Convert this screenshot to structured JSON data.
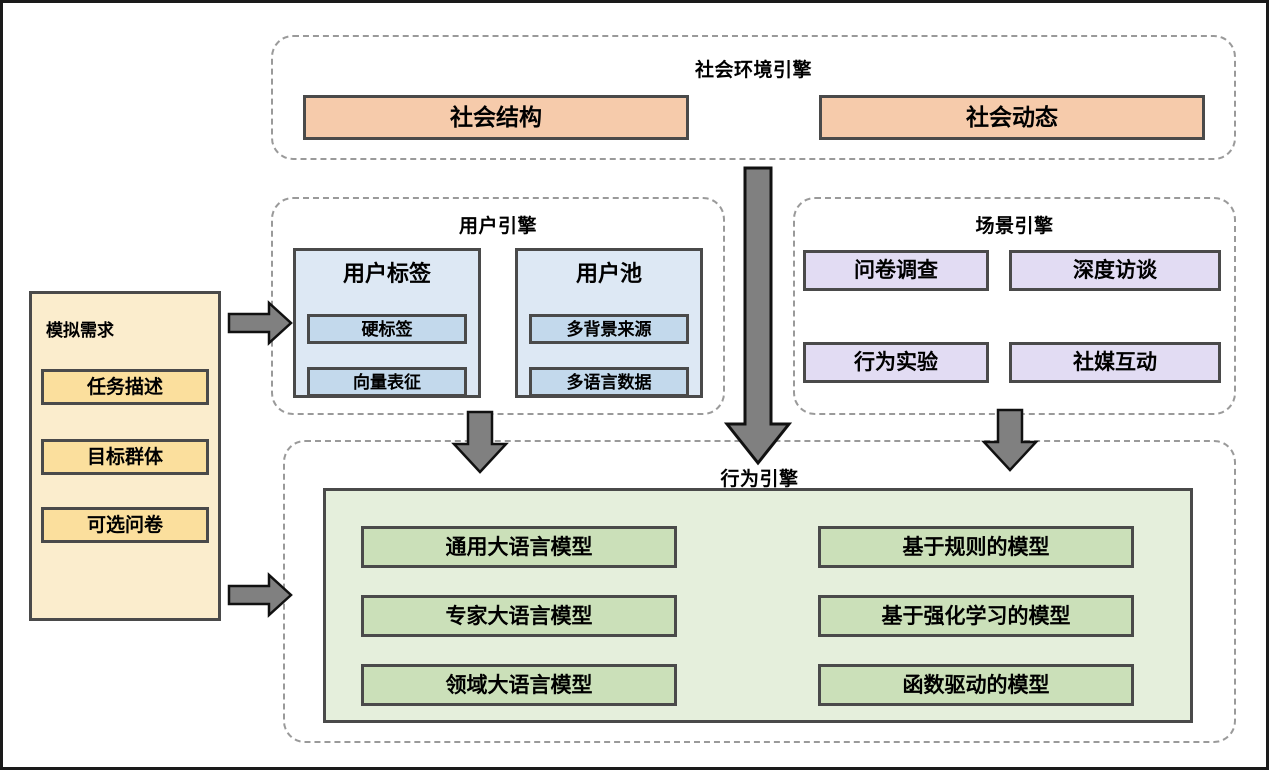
{
  "diagram": {
    "title": "Multi-engine social simulation framework",
    "colors": {
      "peach": "#f6cbab",
      "blue_outer": "#dde8f4",
      "blue_inner": "#c3d9ec",
      "lavender": "#e2dcf3",
      "green_outer": "#e5efdc",
      "green_inner": "#cbe0b9",
      "yellow_outer": "#fbedcd",
      "yellow_inner": "#fbdf9d",
      "border": "#4a4a4a",
      "dashed_border": "#9a9a9a",
      "arrow": "#808080",
      "frame": "#1a1a1a"
    }
  },
  "sim_demand": {
    "title": "模拟需求",
    "items": [
      {
        "label": "任务描述"
      },
      {
        "label": "目标群体"
      },
      {
        "label": "可选问卷"
      }
    ]
  },
  "social_env_engine": {
    "title": "社会环境引擎",
    "items": [
      {
        "label": "社会结构"
      },
      {
        "label": "社会动态"
      }
    ]
  },
  "user_engine": {
    "title": "用户引擎",
    "groups": [
      {
        "label": "用户标签",
        "items": [
          {
            "label": "硬标签"
          },
          {
            "label": "向量表征"
          }
        ]
      },
      {
        "label": "用户池",
        "items": [
          {
            "label": "多背景来源"
          },
          {
            "label": "多语言数据"
          }
        ]
      }
    ]
  },
  "scene_engine": {
    "title": "场景引擎",
    "items": [
      {
        "label": "问卷调查"
      },
      {
        "label": "深度访谈"
      },
      {
        "label": "行为实验"
      },
      {
        "label": "社媒互动"
      }
    ]
  },
  "behavior_engine": {
    "title": "行为引擎",
    "left_items": [
      {
        "label": "通用大语言模型"
      },
      {
        "label": "专家大语言模型"
      },
      {
        "label": "领域大语言模型"
      }
    ],
    "right_items": [
      {
        "label": "基于规则的模型"
      },
      {
        "label": "基于强化学习的模型"
      },
      {
        "label": "函数驱动的模型"
      }
    ]
  },
  "connectors": [
    {
      "name": "sim-to-user-arrow",
      "direction": "right"
    },
    {
      "name": "sim-to-behavior-arrow",
      "direction": "right"
    },
    {
      "name": "social-env-to-behavior-arrow",
      "direction": "down"
    },
    {
      "name": "user-to-behavior-arrow",
      "direction": "down"
    },
    {
      "name": "scene-to-behavior-arrow",
      "direction": "down"
    }
  ]
}
